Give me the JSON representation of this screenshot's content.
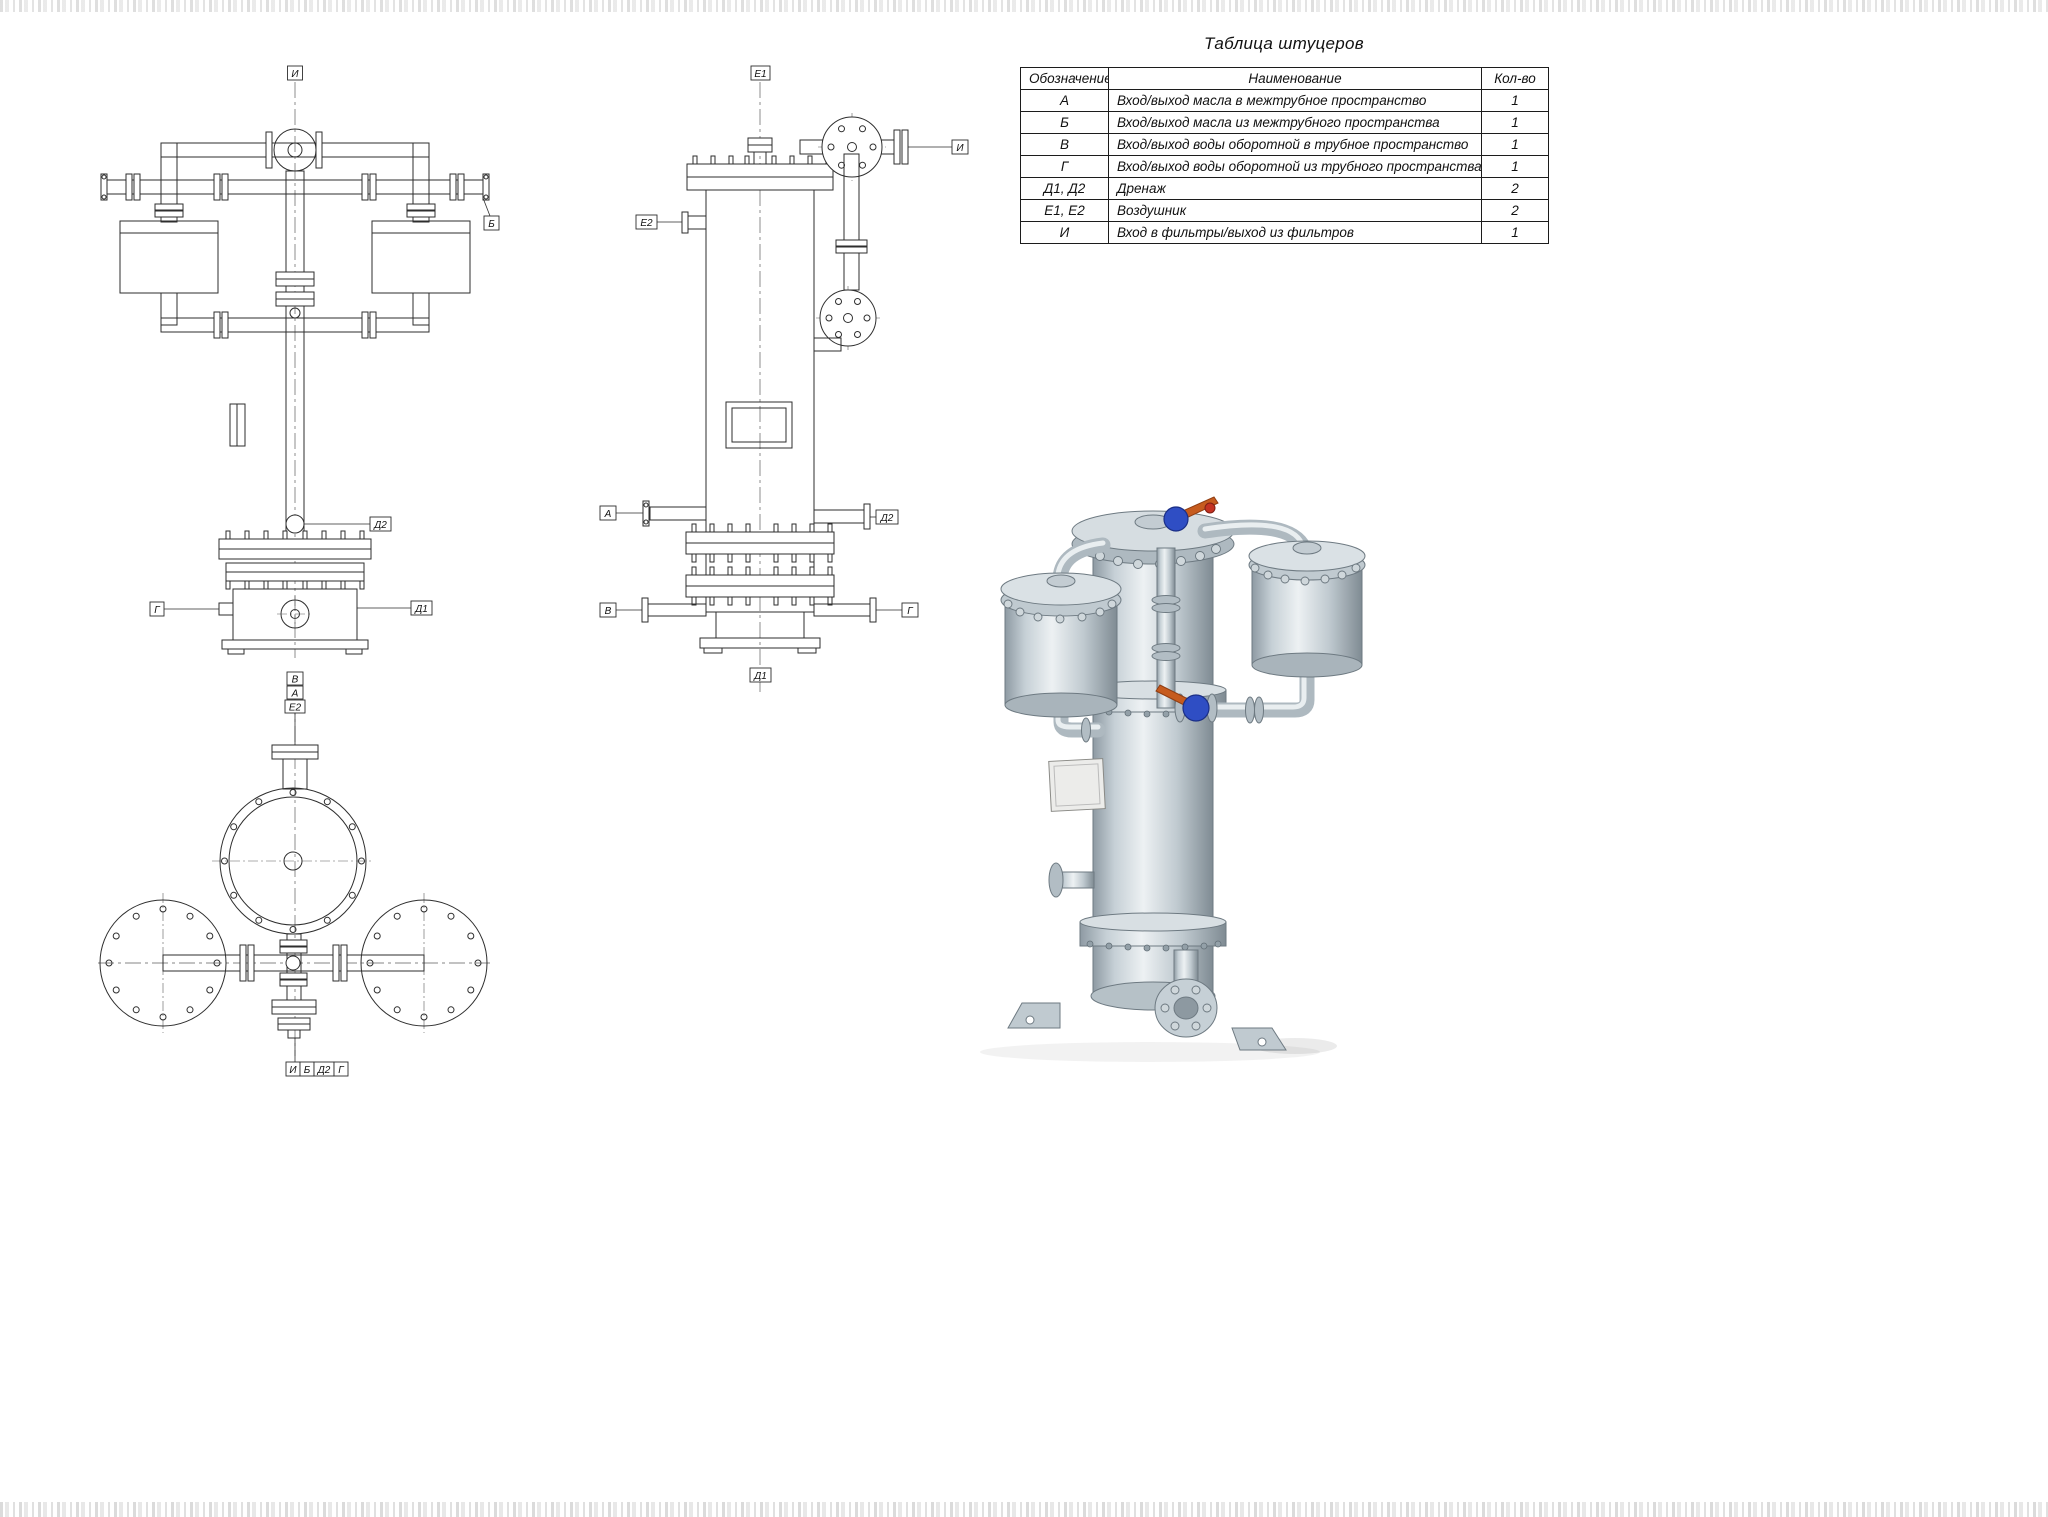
{
  "sheet": {
    "background": "#ffffff",
    "line_color": "#2e2e2e"
  },
  "nozzle_table": {
    "title": "Таблица штуцеров",
    "headers": [
      "Обозначение",
      "Наименование",
      "Кол-во"
    ],
    "rows": [
      {
        "mark": "А",
        "name": "Вход/выход масла в межтрубное пространство",
        "qty": "1"
      },
      {
        "mark": "Б",
        "name": "Вход/выход масла из межтрубного пространства",
        "qty": "1"
      },
      {
        "mark": "В",
        "name": "Вход/выход воды оборотной в трубное пространство",
        "qty": "1"
      },
      {
        "mark": "Г",
        "name": "Вход/выход воды оборотной из трубного пространства",
        "qty": "1"
      },
      {
        "mark": "Д1, Д2",
        "name": "Дренаж",
        "qty": "2"
      },
      {
        "mark": "Е1, Е2",
        "name": "Воздушник",
        "qty": "2"
      },
      {
        "mark": "И",
        "name": "Вход в фильтры/выход из фильтров",
        "qty": "1"
      }
    ]
  },
  "front_view": {
    "labels": {
      "i": "И",
      "b": "Б",
      "d2": "Д2",
      "d1": "Д1",
      "g": "Г"
    }
  },
  "side_view": {
    "labels": {
      "e1": "Е1",
      "e2": "Е2",
      "i": "И",
      "a": "А",
      "d2": "Д2",
      "v": "В",
      "g": "Г",
      "d1": "Д1"
    }
  },
  "top_view": {
    "labels": {
      "v": "В",
      "a": "А",
      "e2": "Е2",
      "i": "И",
      "b": "Б",
      "d2": "Д2",
      "g": "Г"
    }
  },
  "render": {
    "body_color": "#c6d0d6",
    "valve_color": "#2f4ec4",
    "handle_color": "#c65b1e"
  }
}
